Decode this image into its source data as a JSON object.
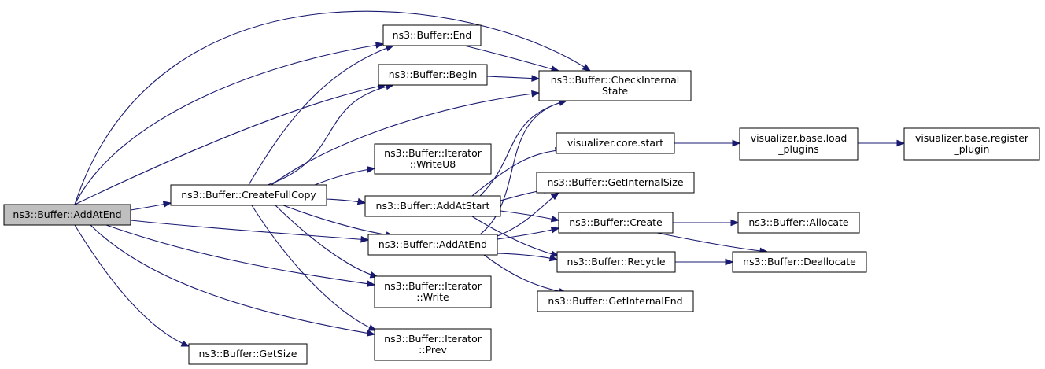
{
  "nodes": [
    {
      "id": "addatend_root",
      "lines": [
        "ns3::Buffer::AddAtEnd"
      ],
      "root": true
    },
    {
      "id": "end",
      "lines": [
        "ns3::Buffer::End"
      ]
    },
    {
      "id": "begin",
      "lines": [
        "ns3::Buffer::Begin"
      ]
    },
    {
      "id": "checkinternal",
      "lines": [
        "ns3::Buffer::CheckInternal",
        "State"
      ]
    },
    {
      "id": "writeu8",
      "lines": [
        "ns3::Buffer::Iterator",
        "::WriteU8"
      ]
    },
    {
      "id": "createfullcopy",
      "lines": [
        "ns3::Buffer::CreateFullCopy"
      ]
    },
    {
      "id": "addatstart",
      "lines": [
        "ns3::Buffer::AddAtStart"
      ]
    },
    {
      "id": "addatend",
      "lines": [
        "ns3::Buffer::AddAtEnd"
      ]
    },
    {
      "id": "write",
      "lines": [
        "ns3::Buffer::Iterator",
        "::Write"
      ]
    },
    {
      "id": "prev",
      "lines": [
        "ns3::Buffer::Iterator",
        "::Prev"
      ]
    },
    {
      "id": "getsize",
      "lines": [
        "ns3::Buffer::GetSize"
      ]
    },
    {
      "id": "vizstart",
      "lines": [
        "visualizer.core.start"
      ]
    },
    {
      "id": "getinternalsize",
      "lines": [
        "ns3::Buffer::GetInternalSize"
      ]
    },
    {
      "id": "create",
      "lines": [
        "ns3::Buffer::Create"
      ]
    },
    {
      "id": "recycle",
      "lines": [
        "ns3::Buffer::Recycle"
      ]
    },
    {
      "id": "getinternalend",
      "lines": [
        "ns3::Buffer::GetInternalEnd"
      ]
    },
    {
      "id": "loadplugins",
      "lines": [
        "visualizer.base.load",
        "_plugins"
      ]
    },
    {
      "id": "registerplugin",
      "lines": [
        "visualizer.base.register",
        "_plugin"
      ]
    },
    {
      "id": "allocate",
      "lines": [
        "ns3::Buffer::Allocate"
      ]
    },
    {
      "id": "deallocate",
      "lines": [
        "ns3::Buffer::Deallocate"
      ]
    }
  ],
  "edges": [
    {
      "from": "addatend_root",
      "to": "end"
    },
    {
      "from": "addatend_root",
      "to": "checkinternal"
    },
    {
      "from": "addatend_root",
      "to": "begin"
    },
    {
      "from": "addatend_root",
      "to": "createfullcopy"
    },
    {
      "from": "addatend_root",
      "to": "addatend"
    },
    {
      "from": "addatend_root",
      "to": "write"
    },
    {
      "from": "addatend_root",
      "to": "prev"
    },
    {
      "from": "addatend_root",
      "to": "getsize"
    },
    {
      "from": "end",
      "to": "checkinternal"
    },
    {
      "from": "begin",
      "to": "checkinternal"
    },
    {
      "from": "createfullcopy",
      "to": "end"
    },
    {
      "from": "createfullcopy",
      "to": "begin"
    },
    {
      "from": "createfullcopy",
      "to": "checkinternal"
    },
    {
      "from": "createfullcopy",
      "to": "writeu8"
    },
    {
      "from": "createfullcopy",
      "to": "addatstart"
    },
    {
      "from": "createfullcopy",
      "to": "addatend"
    },
    {
      "from": "createfullcopy",
      "to": "write"
    },
    {
      "from": "createfullcopy",
      "to": "prev"
    },
    {
      "from": "addatstart",
      "to": "checkinternal"
    },
    {
      "from": "addatstart",
      "to": "vizstart"
    },
    {
      "from": "addatstart",
      "to": "getinternalsize"
    },
    {
      "from": "addatstart",
      "to": "create"
    },
    {
      "from": "addatstart",
      "to": "recycle"
    },
    {
      "from": "addatend",
      "to": "checkinternal"
    },
    {
      "from": "addatend",
      "to": "getinternalsize"
    },
    {
      "from": "addatend",
      "to": "create"
    },
    {
      "from": "addatend",
      "to": "recycle"
    },
    {
      "from": "addatend",
      "to": "getinternalend"
    },
    {
      "from": "vizstart",
      "to": "loadplugins"
    },
    {
      "from": "loadplugins",
      "to": "registerplugin"
    },
    {
      "from": "create",
      "to": "allocate"
    },
    {
      "from": "create",
      "to": "deallocate"
    },
    {
      "from": "recycle",
      "to": "deallocate"
    }
  ]
}
